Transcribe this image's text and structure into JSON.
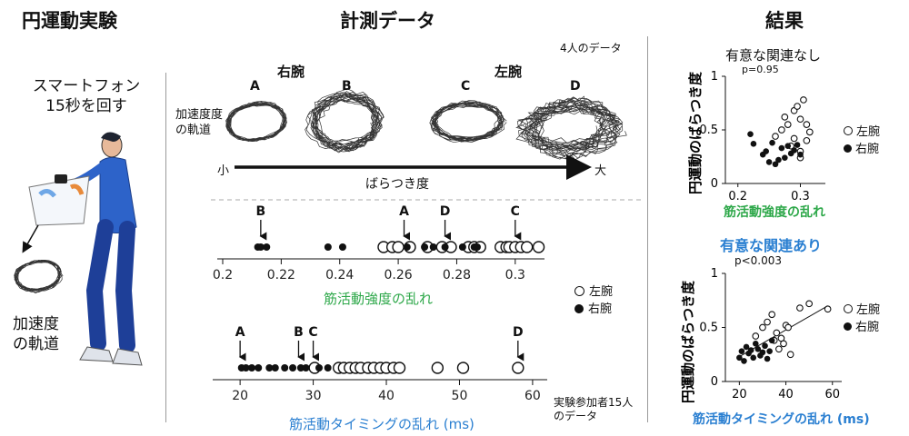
{
  "sections": {
    "left_title": "円運動実験",
    "middle_title": "計測データ",
    "right_title": "結果"
  },
  "left": {
    "task": [
      "スマートフォン",
      "15秒を回す"
    ],
    "trajectory_label": [
      "加速度",
      "の軌道"
    ]
  },
  "middle": {
    "note_top": "4人のデータ",
    "right_arm": "右腕",
    "left_arm": "左腕",
    "trace_letters": [
      "A",
      "B",
      "C",
      "D"
    ],
    "trajectory_label": [
      "加速度度",
      "の軌道"
    ],
    "scale_small": "小",
    "scale_large": "大",
    "scale_label": "ばらつき度",
    "note_bottom": [
      "実験参加者15人",
      "のデータ"
    ],
    "legend": {
      "left": "左腕",
      "right": "右腕"
    }
  },
  "right": {
    "plot1_title": "有意な関連なし",
    "plot1_p": "p=0.95",
    "plot2_title": "有意な関連あり",
    "plot2_p": "p<0.003",
    "ylabel": "円運動のばらつき度",
    "legend": {
      "left": "左腕",
      "right": "右腕"
    }
  },
  "colors": {
    "green": "#2ea84a",
    "blue": "#2a7fd1",
    "black": "#111111"
  },
  "chart_data": [
    {
      "type": "scatter",
      "xlabel": "筋活動強度の乱れ",
      "ticks": [
        0.2,
        0.22,
        0.24,
        0.26,
        0.28,
        0.3
      ],
      "xlim": [
        0.2,
        0.31
      ],
      "annotations": [
        {
          "label": "B",
          "x": 0.213
        },
        {
          "label": "A",
          "x": 0.262
        },
        {
          "label": "D",
          "x": 0.276
        },
        {
          "label": "C",
          "x": 0.3
        }
      ],
      "filled": [
        0.212,
        0.213,
        0.215,
        0.236,
        0.241,
        0.263,
        0.269,
        0.272,
        0.276,
        0.282,
        0.286,
        0.287
      ],
      "open": [
        0.255,
        0.258,
        0.26,
        0.264,
        0.27,
        0.275,
        0.278,
        0.284,
        0.286,
        0.288,
        0.295,
        0.297,
        0.298,
        0.3,
        0.302,
        0.304,
        0.308
      ]
    },
    {
      "type": "scatter",
      "xlabel": "筋活動タイミングの乱れ (ms)",
      "ticks": [
        20,
        30,
        40,
        50,
        60
      ],
      "xlim": [
        17,
        62
      ],
      "annotations": [
        {
          "label": "A",
          "x": 20
        },
        {
          "label": "B",
          "x": 28
        },
        {
          "label": "C",
          "x": 30
        },
        {
          "label": "D",
          "x": 58
        }
      ],
      "filled": [
        20.2,
        20.8,
        21.6,
        22.5,
        24.0,
        24.8,
        26.1,
        27.2,
        28.3,
        29.0,
        30.8,
        32.0
      ],
      "open": [
        30.2,
        33.5,
        34.2,
        35.0,
        35.8,
        36.5,
        37.5,
        38.3,
        39.2,
        40.0,
        41.0,
        41.8,
        47.0,
        50.5,
        58.0
      ]
    },
    {
      "type": "scatter",
      "xlim": [
        0.18,
        0.34
      ],
      "ylim": [
        0,
        1.0
      ],
      "xticks": [
        0.2,
        0.3
      ],
      "yticks": [
        0,
        0.5,
        1
      ],
      "left": [
        [
          0.26,
          0.44
        ],
        [
          0.27,
          0.5
        ],
        [
          0.275,
          0.62
        ],
        [
          0.28,
          0.55
        ],
        [
          0.285,
          0.35
        ],
        [
          0.29,
          0.42
        ],
        [
          0.29,
          0.68
        ],
        [
          0.295,
          0.72
        ],
        [
          0.3,
          0.6
        ],
        [
          0.3,
          0.3
        ],
        [
          0.305,
          0.78
        ],
        [
          0.31,
          0.4
        ],
        [
          0.31,
          0.55
        ],
        [
          0.315,
          0.48
        ],
        [
          0.3,
          0.24
        ]
      ],
      "right": [
        [
          0.22,
          0.46
        ],
        [
          0.225,
          0.37
        ],
        [
          0.24,
          0.27
        ],
        [
          0.245,
          0.3
        ],
        [
          0.25,
          0.2
        ],
        [
          0.255,
          0.38
        ],
        [
          0.26,
          0.18
        ],
        [
          0.265,
          0.22
        ],
        [
          0.27,
          0.33
        ],
        [
          0.275,
          0.24
        ],
        [
          0.28,
          0.35
        ],
        [
          0.285,
          0.28
        ],
        [
          0.29,
          0.31
        ],
        [
          0.295,
          0.36
        ],
        [
          0.3,
          0.27
        ]
      ]
    },
    {
      "type": "scatter",
      "xlim": [
        14,
        64
      ],
      "ylim": [
        0,
        1.0
      ],
      "xticks": [
        20,
        40,
        60
      ],
      "yticks": [
        0,
        0.5,
        1
      ],
      "fit_line": [
        [
          20,
          0.23
        ],
        [
          58,
          0.7
        ]
      ],
      "left": [
        [
          27,
          0.42
        ],
        [
          30,
          0.5
        ],
        [
          32,
          0.55
        ],
        [
          34,
          0.62
        ],
        [
          35,
          0.38
        ],
        [
          36,
          0.45
        ],
        [
          37,
          0.3
        ],
        [
          38,
          0.4
        ],
        [
          39,
          0.35
        ],
        [
          40,
          0.52
        ],
        [
          41,
          0.5
        ],
        [
          42,
          0.25
        ],
        [
          46,
          0.68
        ],
        [
          50,
          0.72
        ],
        [
          58,
          0.67
        ]
      ],
      "right": [
        [
          20,
          0.22
        ],
        [
          21,
          0.28
        ],
        [
          22,
          0.19
        ],
        [
          23,
          0.32
        ],
        [
          24,
          0.26
        ],
        [
          25,
          0.29
        ],
        [
          26,
          0.22
        ],
        [
          27,
          0.35
        ],
        [
          28,
          0.3
        ],
        [
          29,
          0.24
        ],
        [
          30,
          0.27
        ],
        [
          31,
          0.33
        ],
        [
          32,
          0.21
        ],
        [
          33,
          0.28
        ],
        [
          34,
          0.38
        ]
      ]
    }
  ]
}
